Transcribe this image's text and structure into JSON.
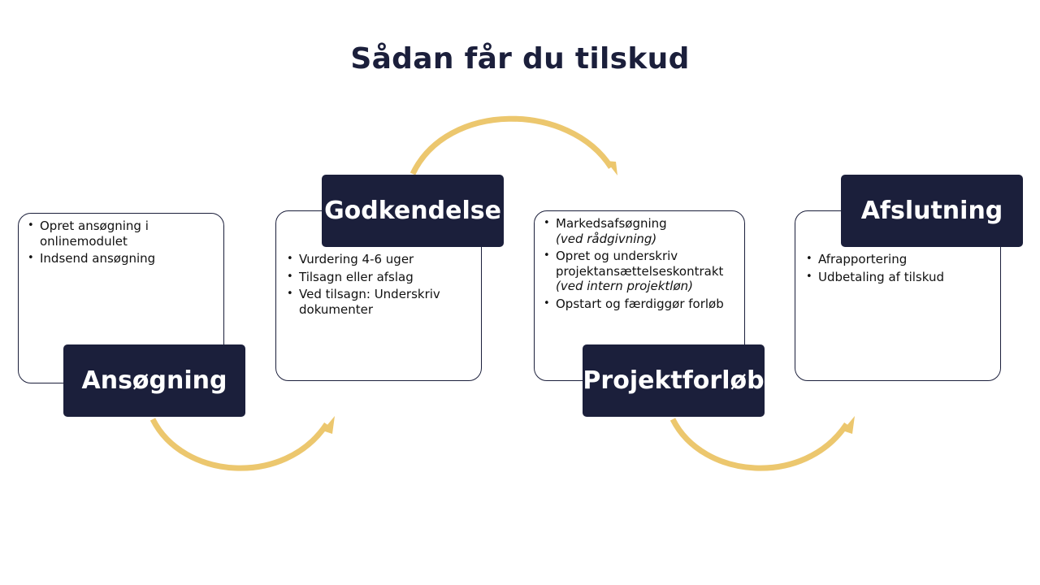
{
  "title": "Sådan får du tilskud",
  "colors": {
    "navy": "#1b1f3b",
    "arrow": "#ecc76e"
  },
  "steps": [
    {
      "label": "Ansøgning",
      "items": [
        {
          "text": "Opret ansøgning i onlinemodulet"
        },
        {
          "text": "Indsend ansøgning"
        }
      ]
    },
    {
      "label": "Godkendelse",
      "items": [
        {
          "text": "Vurdering 4-6 uger"
        },
        {
          "text": "Tilsagn eller afslag"
        },
        {
          "text": "Ved tilsagn: Underskriv dokumenter"
        }
      ]
    },
    {
      "label": "Projektforløb",
      "items": [
        {
          "text": "Markedsafsøgning",
          "note": "(ved rådgivning)"
        },
        {
          "text": "Opret og underskriv projektansættelseskontrakt",
          "note": "(ved intern projektløn)"
        },
        {
          "text": "Opstart og færdiggør forløb"
        }
      ]
    },
    {
      "label": "Afslutning",
      "items": [
        {
          "text": "Afrapportering"
        },
        {
          "text": "Udbetaling af tilskud"
        }
      ]
    }
  ]
}
